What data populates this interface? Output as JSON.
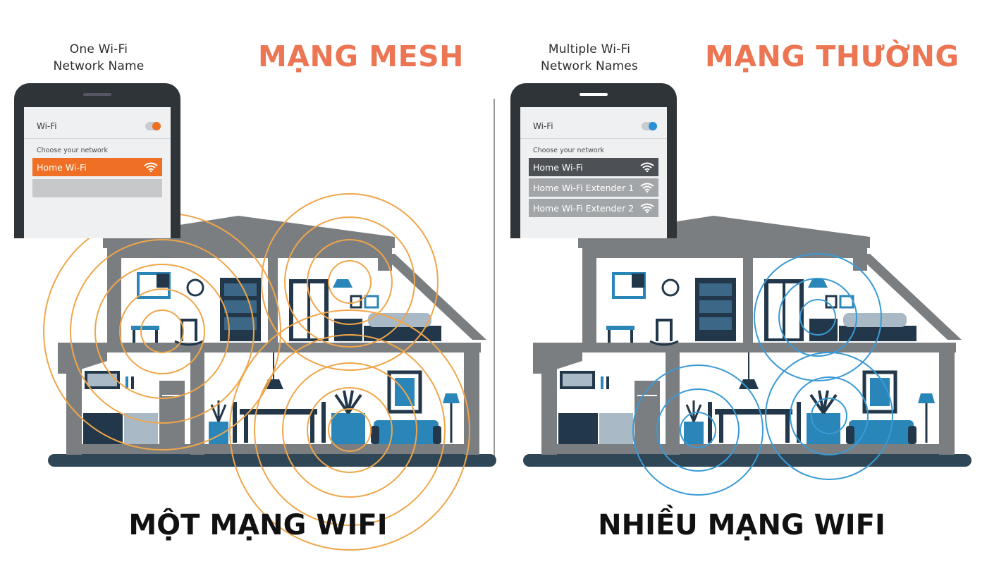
{
  "left": {
    "caption_line1": "One Wi-Fi",
    "caption_line2": "Network Name",
    "heading": "MẠNG MESH",
    "footer": "MỘT MẠNG WIFI",
    "phone": {
      "wifi_label": "Wi-Fi",
      "choose_label": "Choose your network",
      "networks": [
        "Home Wi-Fi"
      ]
    },
    "ring_color": "#f0a64a",
    "accent_color": "#ef7024"
  },
  "right": {
    "caption_line1": "Multiple Wi-Fi",
    "caption_line2": "Network Names",
    "heading": "MẠNG THƯỜNG",
    "footer": "NHIỀU MẠNG WIFI",
    "phone": {
      "wifi_label": "Wi-Fi",
      "choose_label": "Choose your network",
      "networks": [
        "Home Wi-Fi",
        "Home Wi-Fi  Extender 1",
        "Home Wi-Fi  Extender 2"
      ]
    },
    "ring_color": "#3a9ad6",
    "accent_color": "#2a8fd6"
  },
  "colors": {
    "house_wall": "#7b7e81",
    "house_interior": "#ffffff",
    "furniture_dark": "#22384a",
    "furniture_blue": "#2a86b8",
    "ground": "#2f4656"
  },
  "icons": [
    "wifi-icon",
    "toggle-icon",
    "house-icon",
    "wifi-signal-rings"
  ]
}
